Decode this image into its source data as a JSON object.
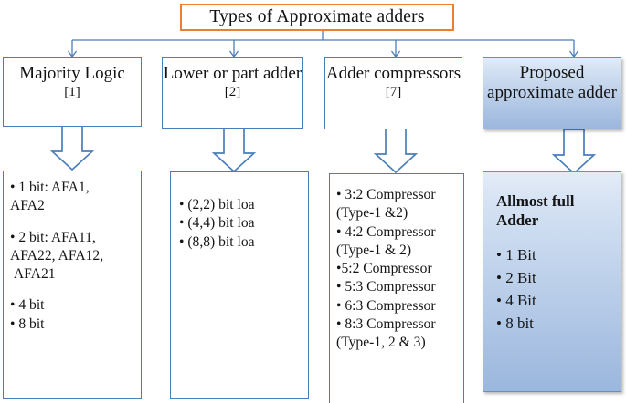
{
  "diagram": {
    "title": "Types of Approximate adders",
    "title_border_color": "#ED7D31",
    "branch_line_color": "#4A7EBB",
    "box_border_color": "#4A7EBB",
    "highlight_gradient_from": "#E3EBF7",
    "highlight_gradient_to": "#9BB7DD",
    "columns": [
      {
        "id": "majority-logic",
        "header": "Majority Logic",
        "reference": "[1]",
        "highlighted": false,
        "items": [
          "• 1 bit: AFA1,",
          "AFA2",
          "",
          "• 2 bit: AFA11,",
          "AFA22, AFA12,",
          " AFA21",
          "",
          "• 4 bit",
          "• 8 bit"
        ]
      },
      {
        "id": "lower-part-adder",
        "header": "Lower or part adder",
        "reference": "[2]",
        "highlighted": false,
        "items": [
          "• (2,2) bit loa",
          "• (4,4) bit loa",
          "• (8,8) bit loa"
        ]
      },
      {
        "id": "adder-compressors",
        "header": "Adder compressors",
        "reference": "[7]",
        "highlighted": false,
        "items": [
          "• 3:2 Compressor",
          "(Type-1 &2)",
          "• 4:2 Compressor",
          "(Type-1 & 2)",
          "•5:2 Compressor",
          "• 5:3 Compressor",
          "• 6:3 Compressor",
          "• 8:3 Compressor",
          "(Type-1, 2 & 3)"
        ]
      },
      {
        "id": "proposed-approximate-adder",
        "header": "Proposed approximate adder",
        "reference": "",
        "highlighted": true,
        "content_heading": "Allmost full Adder",
        "items": [
          "• 1 Bit",
          "• 2 Bit",
          "• 4 Bit",
          "• 8 bit"
        ]
      }
    ]
  }
}
